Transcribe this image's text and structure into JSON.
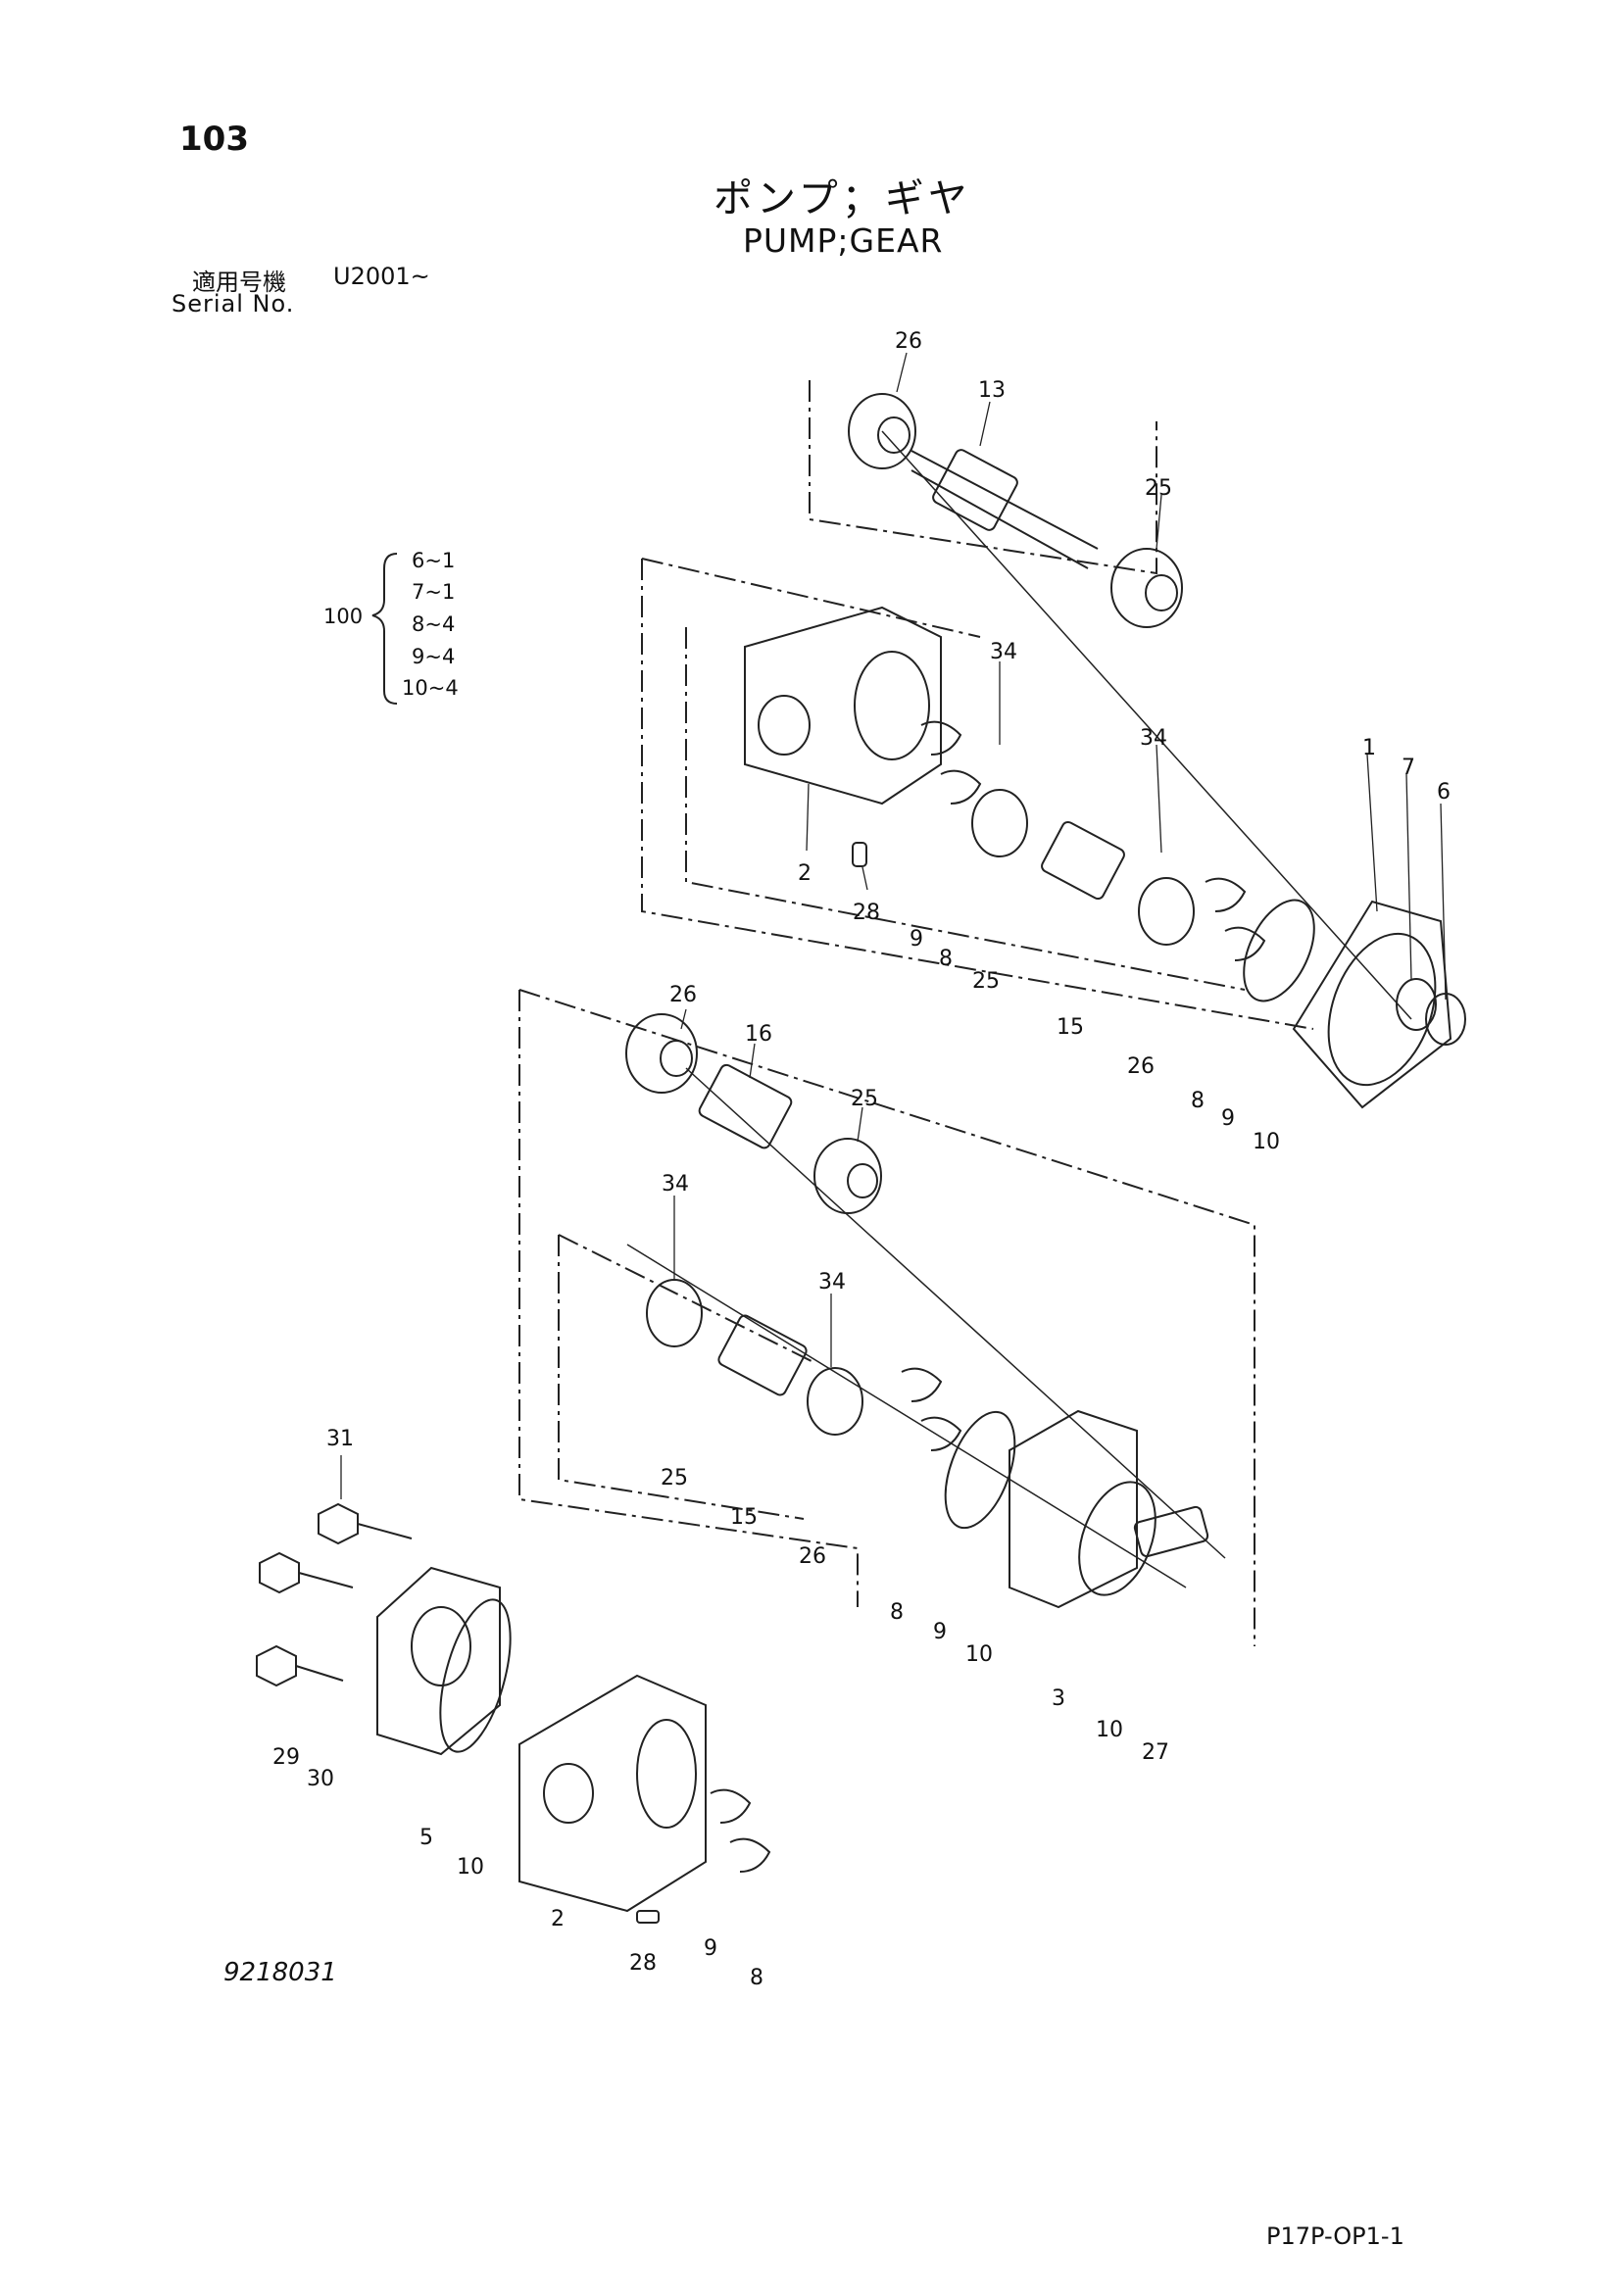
{
  "page": {
    "number": "103",
    "title_jp": "ポンプ；ギヤ",
    "title_en": "PUMP;GEAR",
    "serial_label_jp": "適用号機",
    "serial_value": "U2001~",
    "serial_label_en": "Serial No.",
    "ref_code": "9218031",
    "page_code": "P17P-OP1-1"
  },
  "kit": {
    "number": "100",
    "items": [
      "6~1",
      "7~1",
      "8~4",
      "9~4",
      "10~4"
    ]
  },
  "callouts": {
    "c_26_top": "26",
    "c_13": "13",
    "c_25_top": "25",
    "c_34_a": "34",
    "c_34_b": "34",
    "c_1": "1",
    "c_7": "7",
    "c_6": "6",
    "c_2_top": "2",
    "c_28_top": "28",
    "c_9_top": "9",
    "c_8_top": "8",
    "c_25_mid": "25",
    "c_15_top": "15",
    "c_26_right": "26",
    "c_8_right": "8",
    "c_9_right": "9",
    "c_10_right": "10",
    "c_26_mid": "26",
    "c_16": "16",
    "c_25_b": "25",
    "c_34_c": "34",
    "c_34_d": "34",
    "c_25_c": "25",
    "c_15_mid": "15",
    "c_26_c": "26",
    "c_8_mid": "8",
    "c_9_mid": "9",
    "c_10_mid": "10",
    "c_3": "3",
    "c_10_c": "10",
    "c_27": "27",
    "c_31": "31",
    "c_29": "29",
    "c_30": "30",
    "c_5": "5",
    "c_10_bot": "10",
    "c_2_bot": "2",
    "c_28_bot": "28",
    "c_9_bot": "9",
    "c_8_bot": "8"
  }
}
